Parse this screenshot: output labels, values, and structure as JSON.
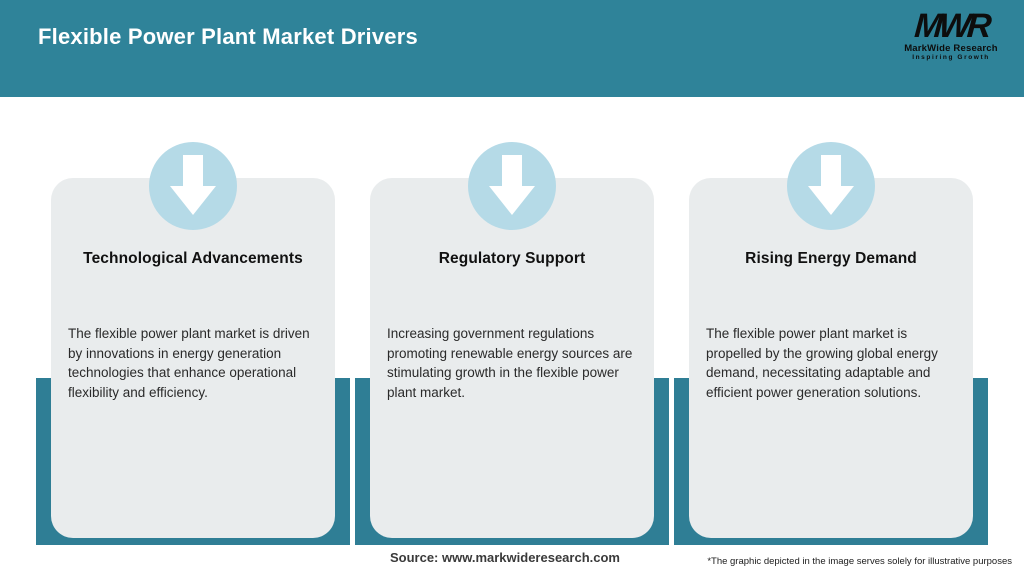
{
  "header": {
    "title": "Flexible Power Plant Market Drivers",
    "background_color": "#2F8399"
  },
  "logo": {
    "monogram": "MWR",
    "name": "MarkWide Research",
    "tagline": "Inspiring Growth"
  },
  "cards": [
    {
      "icon": "down-arrow-icon",
      "title": "Technological Advancements",
      "description": "The flexible power plant market is driven by innovations in energy generation technologies that enhance operational flexibility and efficiency."
    },
    {
      "icon": "down-arrow-icon",
      "title": "Regulatory Support",
      "description": "Increasing government regulations promoting renewable energy sources are stimulating growth in the flexible power plant market."
    },
    {
      "icon": "down-arrow-icon",
      "title": "Rising Energy Demand",
      "description": "The flexible power plant market is propelled by the growing global energy demand, necessitating adaptable and efficient power generation solutions."
    }
  ],
  "footer": {
    "source": "Source: www.markwideresearch.com",
    "disclaimer": "*The graphic depicted in the image serves solely for illustrative purposes"
  },
  "colors": {
    "header_teal": "#2F8399",
    "accent_teal": "#2F7E95",
    "card_gray": "#E9ECED",
    "icon_blue": "#B5DAE7"
  }
}
